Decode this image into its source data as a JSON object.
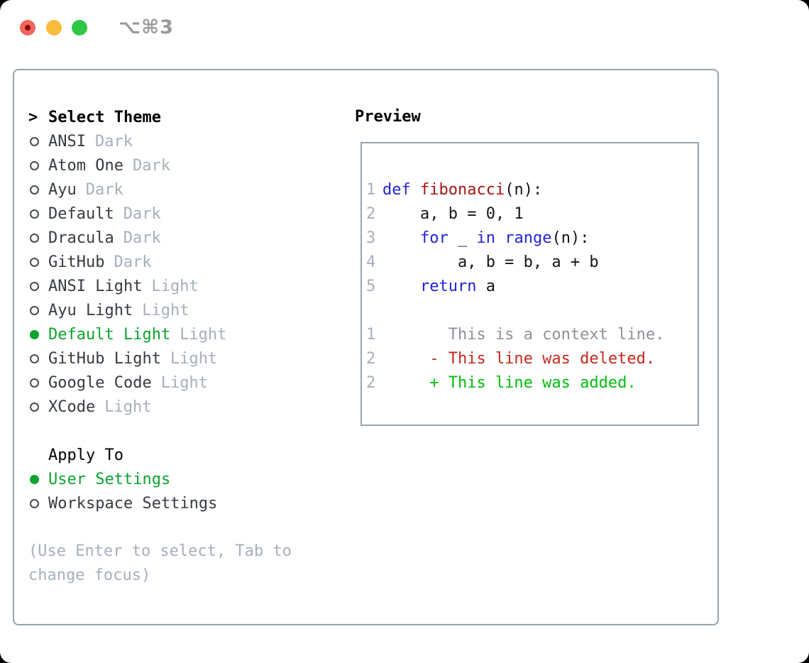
{
  "titlebar": {
    "shortcut": "⌥⌘3"
  },
  "theme_selector": {
    "prompt": ">",
    "title": "Select Theme",
    "items": [
      {
        "name": "ANSI",
        "variant": "Dark",
        "selected": false
      },
      {
        "name": "Atom One",
        "variant": "Dark",
        "selected": false
      },
      {
        "name": "Ayu",
        "variant": "Dark",
        "selected": false
      },
      {
        "name": "Default",
        "variant": "Dark",
        "selected": false
      },
      {
        "name": "Dracula",
        "variant": "Dark",
        "selected": false
      },
      {
        "name": "GitHub",
        "variant": "Dark",
        "selected": false
      },
      {
        "name": "ANSI Light",
        "variant": "Light",
        "selected": false
      },
      {
        "name": "Ayu Light",
        "variant": "Light",
        "selected": false
      },
      {
        "name": "Default Light",
        "variant": "Light",
        "selected": true
      },
      {
        "name": "GitHub Light",
        "variant": "Light",
        "selected": false
      },
      {
        "name": "Google Code",
        "variant": "Light",
        "selected": false
      },
      {
        "name": "XCode",
        "variant": "Light",
        "selected": false
      }
    ]
  },
  "apply_to": {
    "title": "Apply To",
    "items": [
      {
        "name": "User Settings",
        "selected": true
      },
      {
        "name": "Workspace Settings",
        "selected": false
      }
    ]
  },
  "help_lines": [
    "(Use Enter to select, Tab to",
    "change focus)"
  ],
  "preview": {
    "title": "Preview",
    "lines": [
      {
        "num": "1",
        "segments": [
          {
            "text": "def",
            "color": "keyword"
          },
          {
            "text": " ",
            "color": "plain"
          },
          {
            "text": "fibonacci",
            "color": "function"
          },
          {
            "text": "(n):",
            "color": "plain"
          }
        ]
      },
      {
        "num": "2",
        "segments": [
          {
            "text": "    a, b = 0, 1",
            "color": "plain"
          }
        ]
      },
      {
        "num": "3",
        "segments": [
          {
            "text": "    ",
            "color": "plain"
          },
          {
            "text": "for",
            "color": "keyword"
          },
          {
            "text": " _ ",
            "color": "plain"
          },
          {
            "text": "in",
            "color": "keyword"
          },
          {
            "text": " ",
            "color": "plain"
          },
          {
            "text": "range",
            "color": "keyword"
          },
          {
            "text": "(n):",
            "color": "plain"
          }
        ]
      },
      {
        "num": "4",
        "segments": [
          {
            "text": "        a, b = b, a + b",
            "color": "plain"
          }
        ]
      },
      {
        "num": "5",
        "segments": [
          {
            "text": "    ",
            "color": "plain"
          },
          {
            "text": "return",
            "color": "keyword"
          },
          {
            "text": " a",
            "color": "plain"
          }
        ]
      },
      {
        "num": "",
        "segments": []
      },
      {
        "num": "1",
        "segments": [
          {
            "text": "       This is a context line.",
            "color": "context"
          }
        ]
      },
      {
        "num": "2",
        "segments": [
          {
            "text": "     - This line was deleted.",
            "color": "deleted"
          }
        ]
      },
      {
        "num": "2",
        "segments": [
          {
            "text": "     + This line was added.",
            "color": "added"
          }
        ]
      }
    ]
  },
  "colors": {
    "keyword": "#2323d3",
    "function": "#a31512",
    "plain": "#141518",
    "line_number": "#a7afbc",
    "context": "#8d9299",
    "deleted": "#c4281c",
    "added": "#00bd0a",
    "selected_green": "#0aa32e",
    "dim_text": "#a7afbc",
    "dark_text": "#363b42",
    "border": "#99a3ad",
    "titlebar_text": "#98989d",
    "traffic_close": "#f4635c",
    "traffic_close_dot": "#7c1207",
    "traffic_minimize": "#f8bd3f",
    "traffic_zoom": "#30c646"
  }
}
